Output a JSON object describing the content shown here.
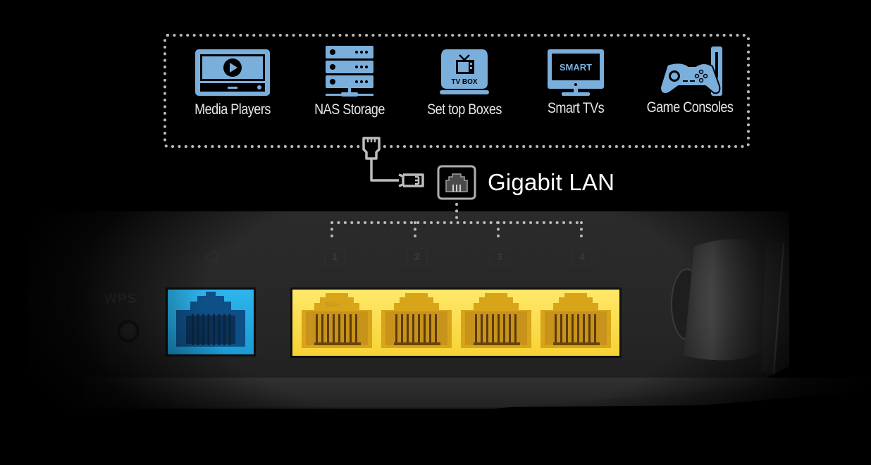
{
  "devices": [
    {
      "label": "Media Players",
      "icon": "media-player-icon"
    },
    {
      "label": "NAS Storage",
      "icon": "nas-storage-icon"
    },
    {
      "label": "Set top Boxes",
      "icon": "set-top-box-icon",
      "badge": "TV BOX"
    },
    {
      "label": "Smart TVs",
      "icon": "smart-tv-icon",
      "badge": "SMART"
    },
    {
      "label": "Game Consoles",
      "icon": "game-console-icon"
    }
  ],
  "connection": {
    "label": "Gigabit LAN",
    "icon": "lan-port-icon"
  },
  "router": {
    "wps_label": "WPS",
    "wan_icon": "internet-globe-icon",
    "lan_ports": [
      "1",
      "2",
      "3",
      "4"
    ],
    "port_marking": "SSH"
  },
  "colors": {
    "icon_blue": "#7aaedb",
    "wan_port": "#1fa8e0",
    "lan_port": "#f5cf2a",
    "dotted_line": "#b8b8b8",
    "body": "#2a2a2a"
  }
}
